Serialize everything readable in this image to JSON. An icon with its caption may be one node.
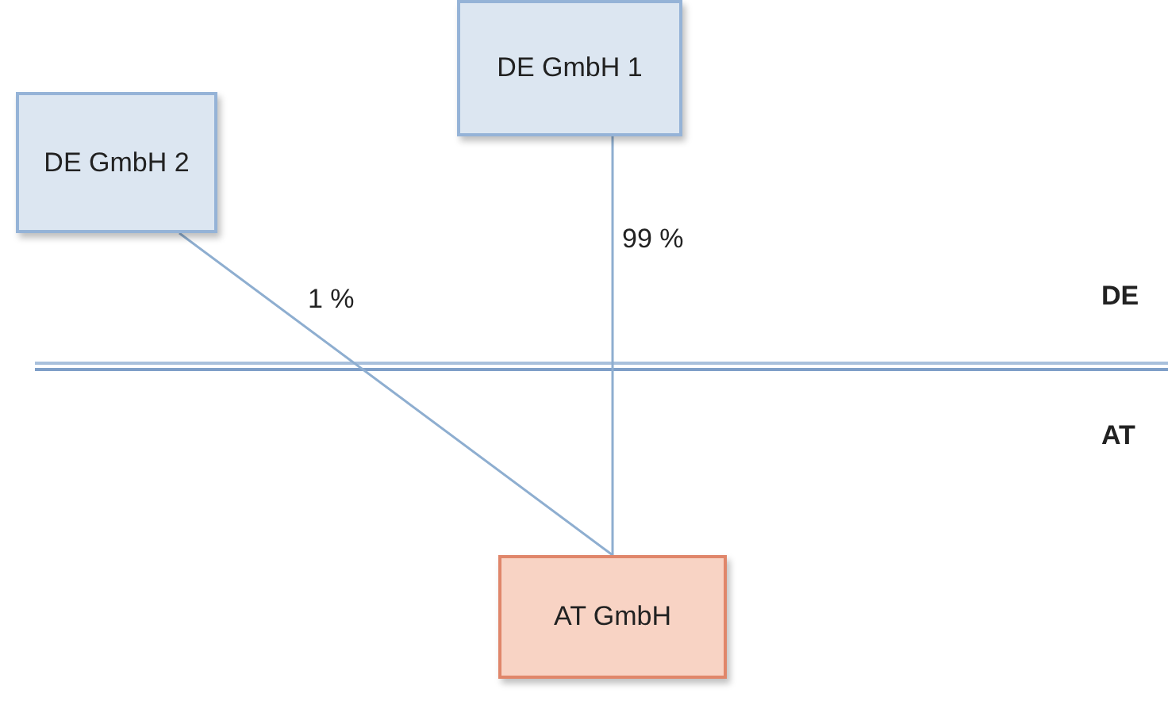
{
  "diagram": {
    "nodes": [
      {
        "text": [
          "DE GmbH 1"
        ]
      },
      {
        "text": [
          "DE GmbH 2"
        ]
      },
      {
        "text": [
          "AT GmbH"
        ]
      }
    ],
    "edges": [
      {
        "from": 0,
        "to": 2,
        "arrow": "none",
        "label": "99 %"
      },
      {
        "from": 1,
        "to": 2,
        "arrow": "none",
        "label": "1 %"
      }
    ],
    "labels": [
      "DE",
      "AT"
    ]
  }
}
